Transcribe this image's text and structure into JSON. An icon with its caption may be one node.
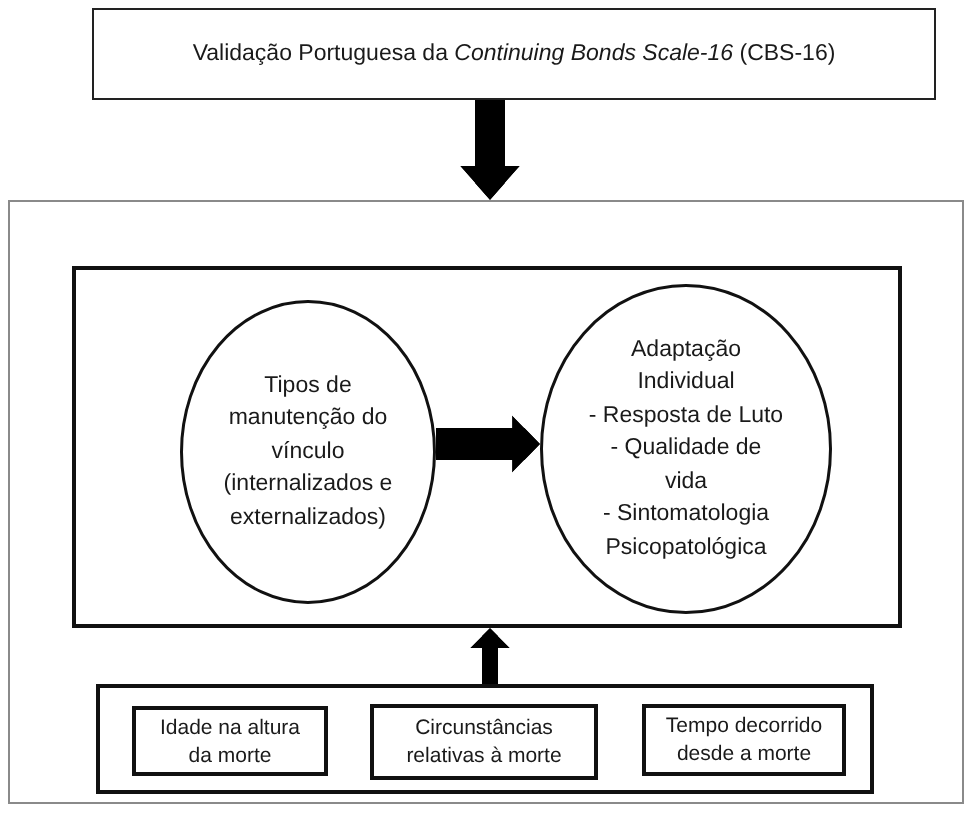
{
  "diagram": {
    "nodes": [
      {
        "text": [
          "Validação Portuguesa da *Continuing Bonds Scale-16* (CBS-16)"
        ]
      },
      {
        "text": [],
        "shape": "box"
      },
      {
        "text": [],
        "shape": "box",
        "in": 1
      },
      {
        "text": [
          "Tipos de manutenção do vínculo (internalizados e externalizados)"
        ],
        "in": 2
      },
      {
        "text": [
          "Adaptação Individual",
          "- Resposta de Luto",
          "- Qualidade de vida",
          "- Sintomatologia Psicopatológica"
        ],
        "in": 2
      },
      {
        "text": [],
        "shape": "box",
        "in": 1
      },
      {
        "text": [
          "Idade na altura da morte"
        ],
        "in": 5
      },
      {
        "text": [
          "Circunstâncias relativas à morte"
        ],
        "in": 5
      },
      {
        "text": [
          "Tempo decorrido desde a morte"
        ],
        "in": 5
      }
    ],
    "edges": [
      {
        "from": 0,
        "to": 1,
        "arrow": "to"
      },
      {
        "from": 3,
        "to": 4,
        "arrow": "to"
      },
      {
        "from": 5,
        "to": 2,
        "arrow": "to"
      }
    ]
  }
}
